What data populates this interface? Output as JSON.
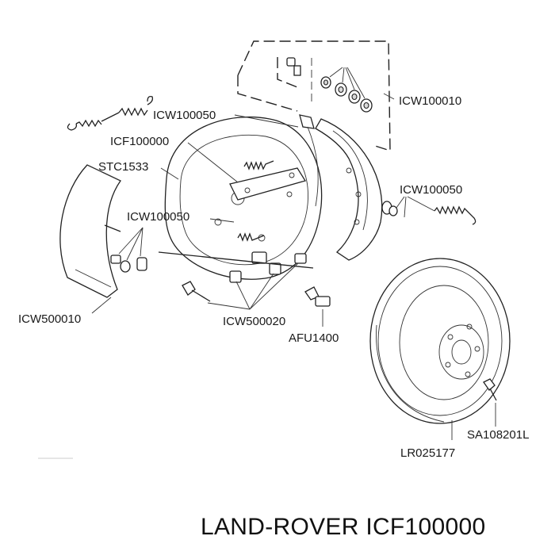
{
  "callouts": {
    "icw100010": "ICW100010",
    "icw100050_top": "ICW100050",
    "icf100000": "ICF100000",
    "stc1533": "STC1533",
    "icw100050_right": "ICW100050",
    "icw100050_left": "ICW100050",
    "icw500010": "ICW500010",
    "icw500020": "ICW500020",
    "afu1400": "AFU1400",
    "sa108201l": "SA108201L",
    "lr025177": "LR025177"
  },
  "caption": "LAND-ROVER ICF100000",
  "colors": {
    "line": "#222222",
    "text": "#1a1a1a",
    "background": "#ffffff"
  }
}
